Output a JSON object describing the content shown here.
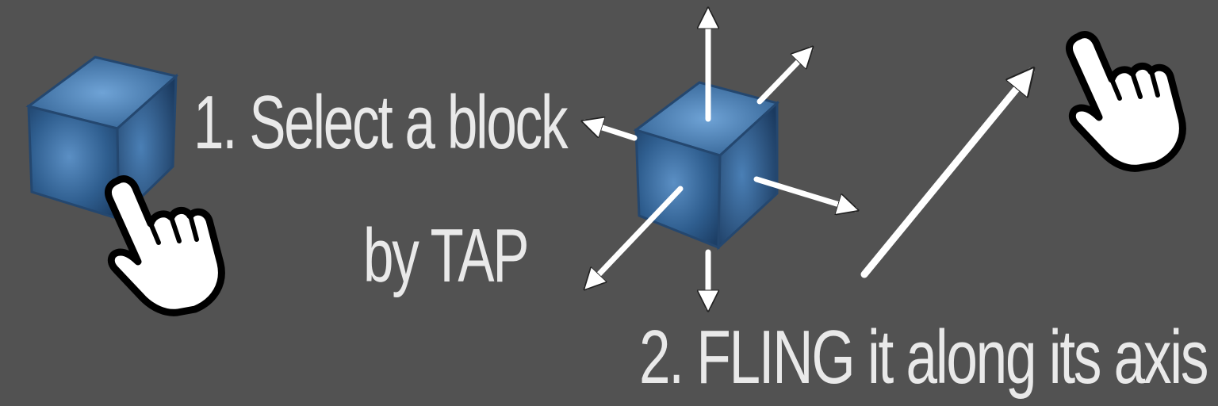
{
  "instructions": {
    "step1_line1": "1. Select a block",
    "step1_line2": "by TAP",
    "step2": "2.  FLING it along its axis"
  },
  "icons": {
    "block": "cube-icon",
    "pointer": "pointing-hand-icon",
    "arrow": "arrow-icon"
  },
  "colors": {
    "background": "#525252",
    "text": "#e9e9e9",
    "cube": "#3a6a9e",
    "arrow": "#ffffff"
  }
}
